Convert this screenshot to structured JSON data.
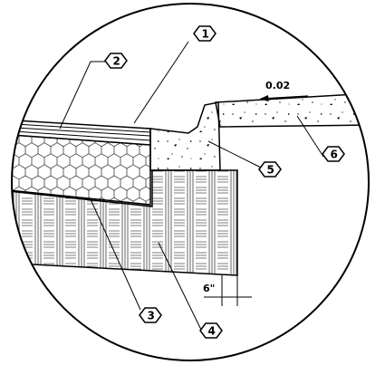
{
  "callouts": [
    {
      "id": "1",
      "label": "1"
    },
    {
      "id": "2",
      "label": "2"
    },
    {
      "id": "3",
      "label": "3"
    },
    {
      "id": "4",
      "label": "4"
    },
    {
      "id": "5",
      "label": "5"
    },
    {
      "id": "6",
      "label": "6"
    }
  ],
  "slope_label": "0.02",
  "dimension_label": "6\""
}
